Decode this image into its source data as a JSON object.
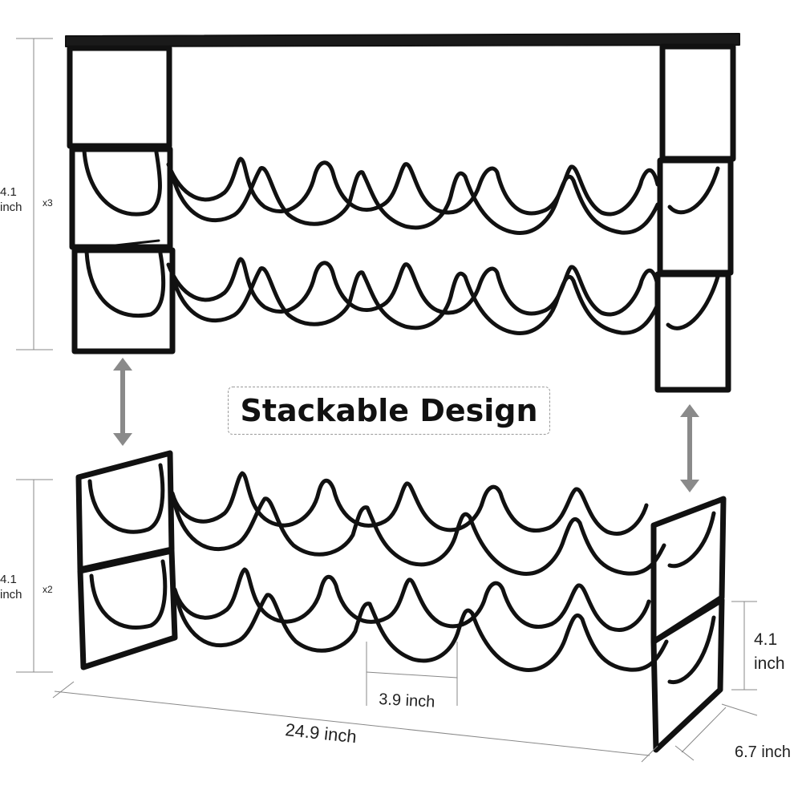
{
  "title": "Stackable Design",
  "top_rack": {
    "height_label": "4.1\ninch",
    "count_label": "x3"
  },
  "bottom_rack": {
    "height_label": "4.1\ninch",
    "count_label": "x2"
  },
  "dimensions": {
    "width": "24.9 inch",
    "depth": "6.7 inch",
    "bottle_spacing": "3.9 inch",
    "tier_height": "4.1 inch"
  },
  "colors": {
    "metal": "#111111",
    "dimension_line": "#888888",
    "arrow": "#8a8a8a"
  },
  "icons": [
    "up-down-arrow-icon",
    "up-down-arrow-icon"
  ]
}
